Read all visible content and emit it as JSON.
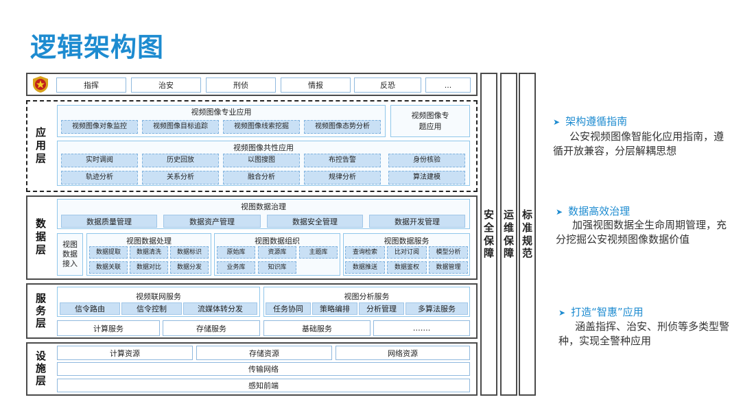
{
  "title": "逻辑架构图",
  "top_bar": [
    "指挥",
    "治安",
    "刑侦",
    "情报",
    "反恐",
    "..."
  ],
  "app_layer": {
    "label": "应用层",
    "professional": {
      "title": "视频图像专业应用",
      "items": [
        "视频图像对象监控",
        "视频图像目标追踪",
        "视频图像线索挖掘",
        "视频图像态势分析"
      ]
    },
    "special": "视频图像专题应用",
    "common": {
      "title": "视频图像共性应用",
      "row1": [
        "实时调阅",
        "历史回放",
        "以图搜图",
        "布控告警",
        "身份核验"
      ],
      "row2": [
        "轨迹分析",
        "关系分析",
        "融合分析",
        "规律分析",
        "算法建模"
      ]
    }
  },
  "data_layer": {
    "label": "数据层",
    "governance": {
      "title": "视图数据治理",
      "items": [
        "数据质量管理",
        "数据资产管理",
        "数据安全管理",
        "数据开发管理"
      ]
    },
    "access": "视图数据接入",
    "processing": {
      "title": "视图数据处理",
      "items": [
        "数据提取",
        "数据清洗",
        "数据标识",
        "数据关联",
        "数据对比",
        "数据分发"
      ]
    },
    "organization": {
      "title": "视图数据组织",
      "items": [
        "原始库",
        "资源库",
        "主题库",
        "业务库",
        "知识库"
      ]
    },
    "service": {
      "title": "视图数据服务",
      "items": [
        "查询检索",
        "比对订阅",
        "模型分析",
        "数据推送",
        "数据鉴权",
        "数据管理"
      ]
    }
  },
  "service_layer": {
    "label": "服务层",
    "network": {
      "title": "视频联网服务",
      "items": [
        "信令路由",
        "信令控制",
        "流媒体转分发"
      ]
    },
    "analysis": {
      "title": "视图分析服务",
      "items": [
        "任务协同",
        "策略编排",
        "分析管理",
        "多算法服务"
      ]
    },
    "bottom": [
      "计算服务",
      "存储服务",
      "基础服务",
      "……."
    ]
  },
  "infra_layer": {
    "label": "设施层",
    "resources": [
      "计算资源",
      "存储资源",
      "网络资源"
    ],
    "transport": "传输网络",
    "sensing": "感知前端"
  },
  "side_columns": [
    "安全保障",
    "运维保障",
    "标准规范"
  ],
  "notes": [
    {
      "heading": "架构遵循指南",
      "body": "公安视频图像智能化应用指南，遵循开放兼容，分层解耦思想"
    },
    {
      "heading": "数据高效治理",
      "body": "加强视图数据全生命周期管理，充分挖掘公安视频图像数据价值"
    },
    {
      "heading": "打造“智惠”应用",
      "body": "涵盖指挥、治安、刑侦等多类型警种，实现全警种应用"
    }
  ],
  "colors": {
    "accent": "#1d8bd0",
    "box_fill": "#c9e0f5"
  },
  "icons": [
    "police-badge-icon",
    "arrow-right-icon"
  ]
}
